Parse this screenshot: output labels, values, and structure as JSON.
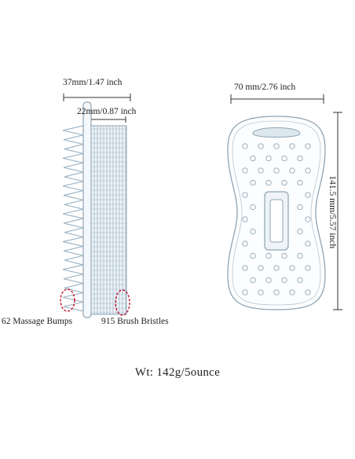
{
  "labels": {
    "side_width": "37mm/1.47 inch",
    "bristle_depth": "22mm/0.87 inch",
    "front_width": "70 mm/2.76 inch",
    "front_height": "141.5 mm/5.57 inch",
    "massage_bumps": "62 Massage Bumps",
    "brush_bristles": "915 Brush Bristles"
  },
  "weight": "Wt: 142g/5ounce",
  "colors": {
    "outline": "#8fa4b4",
    "bristles": "#9fb6c6",
    "dimension_lines": "#333333",
    "highlight": "#c8102e"
  }
}
